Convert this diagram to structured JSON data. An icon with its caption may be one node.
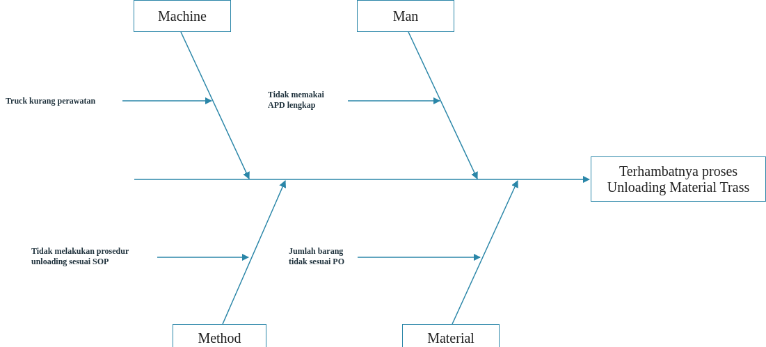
{
  "diagram": {
    "nodes": [
      {
        "text": [
          "Machine"
        ]
      },
      {
        "text": [
          "Man"
        ]
      },
      {
        "text": [
          "Method"
        ]
      },
      {
        "text": [
          "Material"
        ]
      },
      {
        "text": [
          "Terhambatnya proses Unloading Material Trass"
        ]
      },
      {
        "text": [
          "Truck kurang perawatan"
        ]
      },
      {
        "text": [
          "Tidak memakai APD lengkap"
        ]
      },
      {
        "text": [
          "Tidak melakukan prosedur unloading sesuai SOP"
        ]
      },
      {
        "text": [
          "Jumlah barang tidak sesuai PO"
        ]
      }
    ],
    "edges": [
      {
        "from": 0,
        "to": null,
        "arrow": "to"
      },
      {
        "from": 1,
        "to": null,
        "arrow": "to"
      },
      {
        "from": 2,
        "to": null,
        "arrow": "to"
      },
      {
        "from": 3,
        "to": null,
        "arrow": "to"
      },
      {
        "from": null,
        "to": 4,
        "arrow": "to"
      },
      {
        "from": 5,
        "to": null,
        "arrow": "to"
      },
      {
        "from": 6,
        "to": null,
        "arrow": "to"
      },
      {
        "from": 7,
        "to": null,
        "arrow": "to"
      },
      {
        "from": 8,
        "to": null,
        "arrow": "to"
      }
    ]
  }
}
